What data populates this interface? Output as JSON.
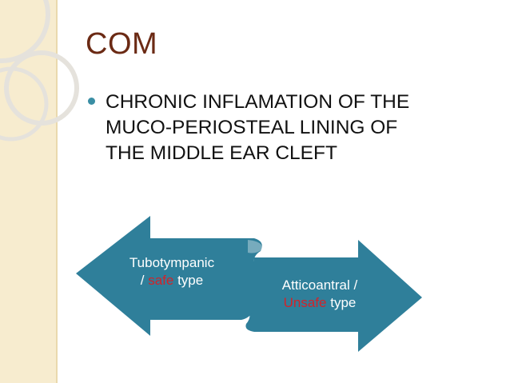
{
  "slide": {
    "title": "COM",
    "bullet": "CHRONIC INFLAMATION OF THE\nMUCO-PERIOSTEAL LINING OF\nTHE MIDDLE EAR CLEFT"
  },
  "diagram": {
    "left_arrow": {
      "line1": "Tubotympanic",
      "line2_prefix": "/ ",
      "line2_highlight": "safe",
      "line2_suffix": " type"
    },
    "right_arrow": {
      "line1": "Atticoantral /",
      "line2_highlight": "Unsafe",
      "line2_suffix": " type"
    },
    "colors": {
      "arrow_fill": "#2f7f9a",
      "highlight": "#d2232a",
      "title": "#6b2a14",
      "bullet": "#3a8ea4",
      "band": "#f7eccf"
    }
  }
}
